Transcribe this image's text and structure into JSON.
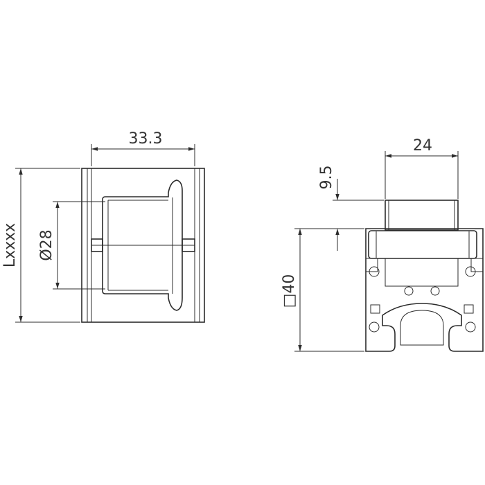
{
  "drawing": {
    "dimensions": {
      "width_front": "33.3",
      "length": "Lxxxx",
      "roller_diameter": "Ø28",
      "roller_width": "24",
      "roller_offset": "9.5",
      "profile_size": "□40"
    },
    "line_color": "#2b2b2b",
    "text_color": "#333333"
  }
}
